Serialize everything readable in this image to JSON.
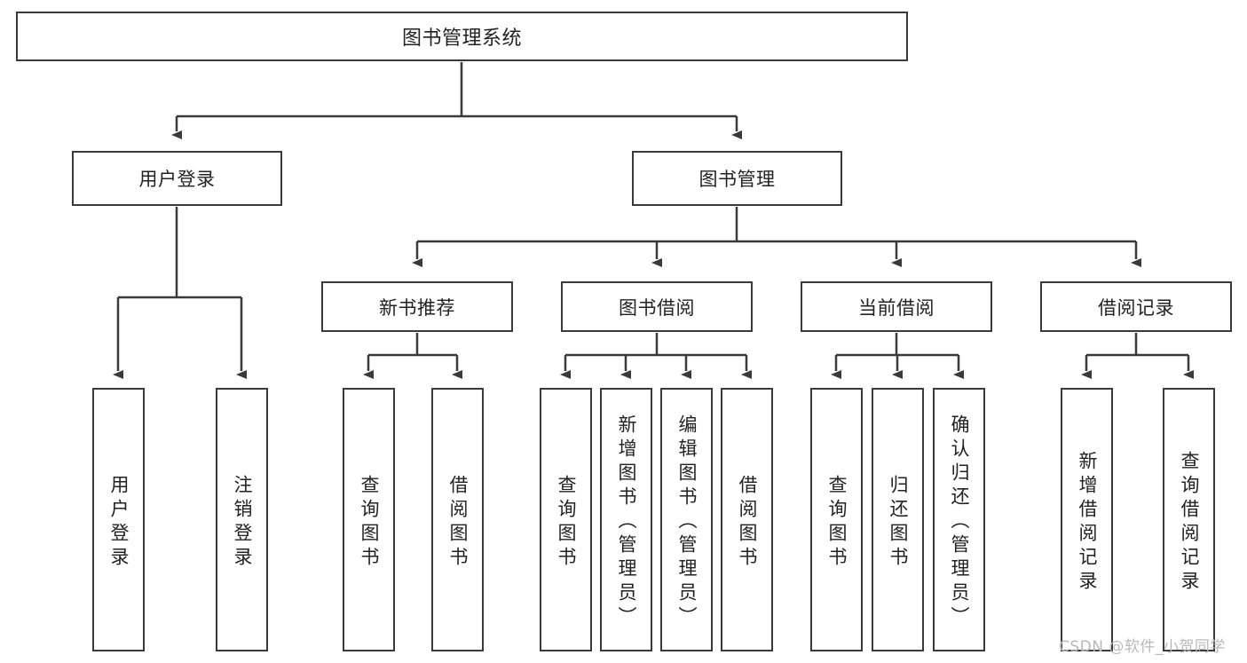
{
  "diagram": {
    "title": "图书管理系统",
    "type": "tree-hierarchy",
    "levels": 4,
    "nodes": {
      "root": {
        "label": "图书管理系统"
      },
      "level2": [
        {
          "id": "user-login",
          "label": "用户登录"
        },
        {
          "id": "book-manage",
          "label": "图书管理"
        }
      ],
      "level3": [
        {
          "id": "new-book-recommend",
          "label": "新书推荐"
        },
        {
          "id": "book-borrow",
          "label": "图书借阅"
        },
        {
          "id": "current-borrow",
          "label": "当前借阅"
        },
        {
          "id": "borrow-record",
          "label": "借阅记录"
        }
      ],
      "leaves": {
        "user-login": [
          {
            "id": "leaf-user-login",
            "label": "用户登录"
          },
          {
            "id": "leaf-logout",
            "label": "注销登录"
          }
        ],
        "new-book-recommend": [
          {
            "id": "leaf-query-book-1",
            "label": "查询图书"
          },
          {
            "id": "leaf-borrow-book-1",
            "label": "借阅图书"
          }
        ],
        "book-borrow": [
          {
            "id": "leaf-query-book-2",
            "label": "查询图书"
          },
          {
            "id": "leaf-add-book",
            "label": "新增图书（管理员）"
          },
          {
            "id": "leaf-edit-book",
            "label": "编辑图书（管理员）"
          },
          {
            "id": "leaf-borrow-book-2",
            "label": "借阅图书"
          }
        ],
        "current-borrow": [
          {
            "id": "leaf-query-book-3",
            "label": "查询图书"
          },
          {
            "id": "leaf-return-book",
            "label": "归还图书"
          },
          {
            "id": "leaf-confirm-return",
            "label": "确认归还（管理员）"
          }
        ],
        "borrow-record": [
          {
            "id": "leaf-add-record",
            "label": "新增借阅记录"
          },
          {
            "id": "leaf-query-record",
            "label": "查询借阅记录"
          }
        ]
      }
    },
    "colors": {
      "border": "#3a3a3a",
      "background": "#ffffff",
      "text": "#222222",
      "connector": "#3a3a3a",
      "watermark": "#b9b9b9"
    }
  },
  "watermark": {
    "text": "CSDN @软件_小贺同学"
  }
}
